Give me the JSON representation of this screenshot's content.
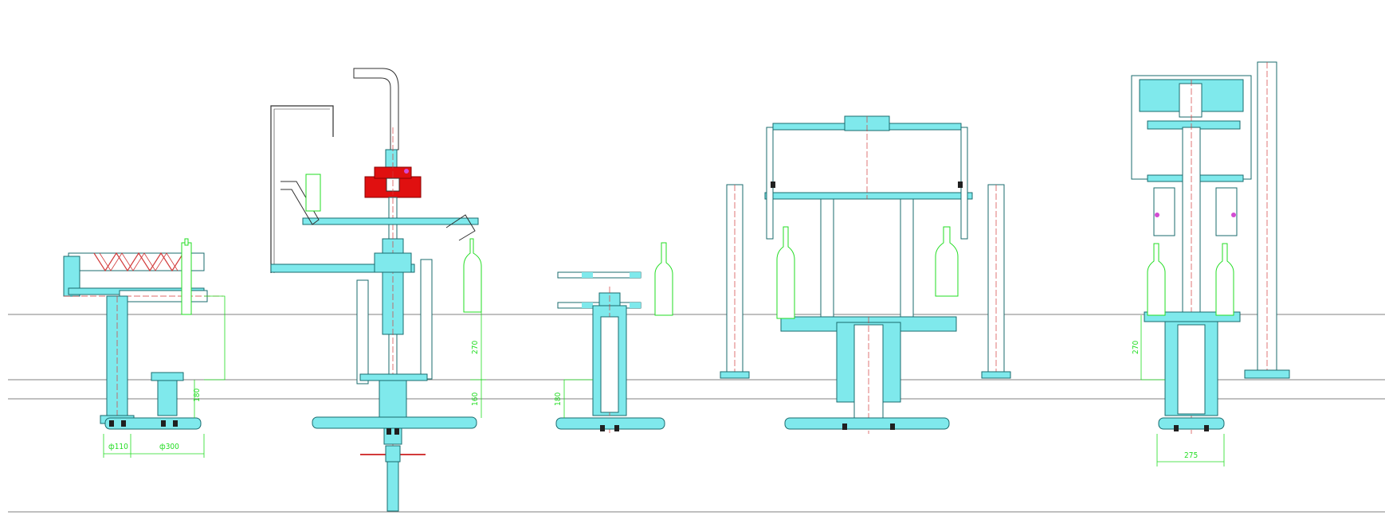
{
  "palette": {
    "background": "#ffffff",
    "baseline": "#808080",
    "steel": "#7fe9ec",
    "outline": "#1a6b6e",
    "centerline": "#d23a3a",
    "dimension": "#22dd22",
    "bolt": "#202020",
    "accent_red": "#e01010",
    "accent_magenta": "#d34bd3",
    "dark": "#303030"
  },
  "stations": [
    {
      "id": "screw-feeder",
      "icon": "screw-conveyor-icon"
    },
    {
      "id": "filler-head",
      "icon": "filler-valve-icon"
    },
    {
      "id": "bottle-lift",
      "icon": "lift-cylinder-icon"
    },
    {
      "id": "gantry-capper",
      "icon": "gantry-frame-icon"
    },
    {
      "id": "rotary-capper",
      "icon": "rotary-capper-icon"
    }
  ],
  "dimensions": {
    "phi110": "ф110",
    "phi300": "ф300",
    "h180_a": "180",
    "h270_a": "270",
    "h160": "160",
    "h180_b": "180",
    "h270_b": "270",
    "w275": "275"
  }
}
